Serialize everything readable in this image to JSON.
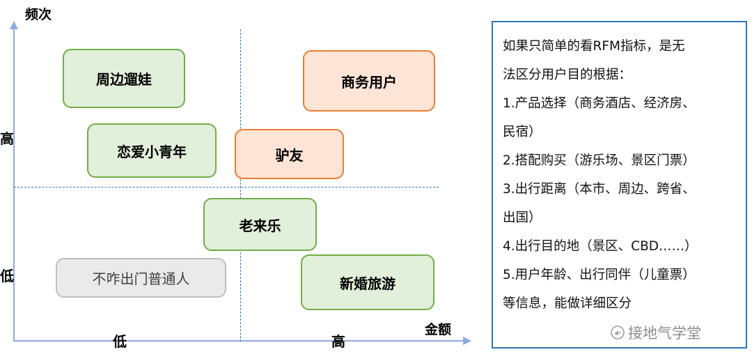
{
  "axes": {
    "y_axis_title": "频次",
    "x_axis_title": "金额",
    "y_tick_high": "高",
    "y_tick_low": "低",
    "x_tick_low": "低",
    "x_tick_high": "高"
  },
  "boxes": [
    {
      "label": "周边遛娃",
      "style": "green"
    },
    {
      "label": "商务用户",
      "style": "orange"
    },
    {
      "label": "恋爱小青年",
      "style": "green"
    },
    {
      "label": "驴友",
      "style": "orange"
    },
    {
      "label": "老来乐",
      "style": "green"
    },
    {
      "label": "不咋出门普通人",
      "style": "gray"
    },
    {
      "label": "新婚旅游",
      "style": "green"
    }
  ],
  "note_panel": {
    "lines": [
      "如果只简单的看RFM指标，是无",
      "法区分用户目的根据：",
      "1.产品选择（商务酒店、经济房、",
      "民宿）",
      "2.搭配购买（游乐场、景区门票）",
      "3.出行距离（本市、周边、跨省、",
      "出国）",
      "4.出行目的地（景区、CBD……）",
      "5.用户年龄、出行同伴（儿童票）",
      "等信息，能做详细区分"
    ]
  },
  "watermark": {
    "label": "接地气学堂"
  },
  "colors": {
    "green_border": "#70AD47",
    "green_fill": "#E2EFDA",
    "orange_border": "#ED7D31",
    "orange_fill": "#FCE4D6",
    "gray_border": "#BFBFBF",
    "gray_fill": "#EAEAEA",
    "dashed_divider": "#2E75B6",
    "axis": "#8EAADB",
    "panel_border": "#2E75B6",
    "watermark_text": "#8C8C8C"
  }
}
